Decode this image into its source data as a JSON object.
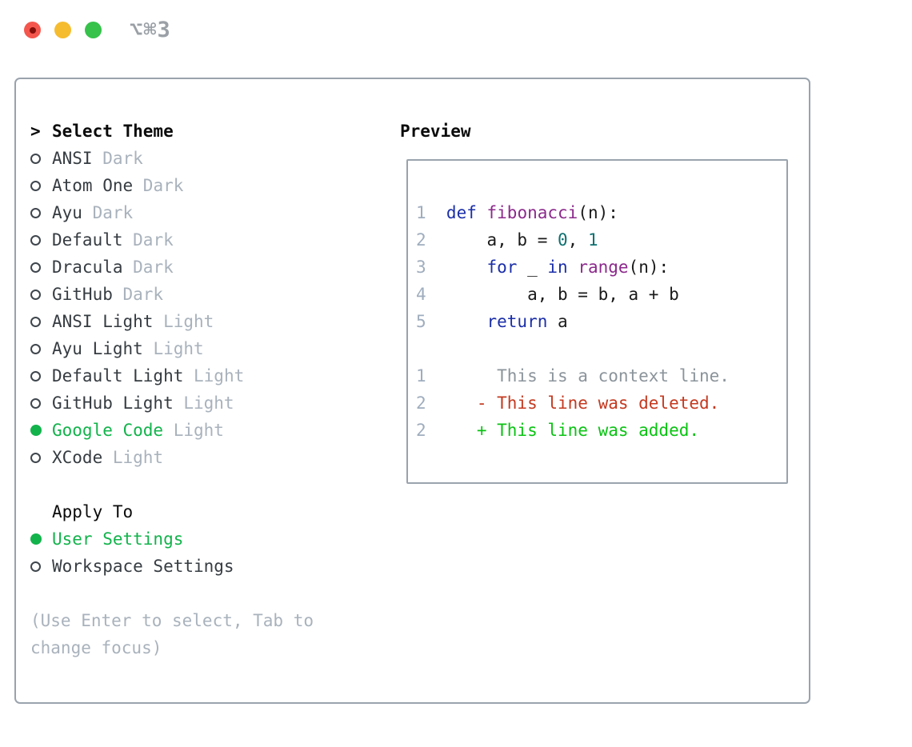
{
  "window": {
    "title": "⌥⌘3",
    "controls": [
      "close",
      "minimize",
      "zoom"
    ]
  },
  "left": {
    "header": {
      "prefix": ">",
      "label": "Select Theme"
    },
    "themes": [
      {
        "name": "ANSI",
        "variant": "Dark",
        "selected": false
      },
      {
        "name": "Atom One",
        "variant": "Dark",
        "selected": false
      },
      {
        "name": "Ayu",
        "variant": "Dark",
        "selected": false
      },
      {
        "name": "Default",
        "variant": "Dark",
        "selected": false
      },
      {
        "name": "Dracula",
        "variant": "Dark",
        "selected": false
      },
      {
        "name": "GitHub",
        "variant": "Dark",
        "selected": false
      },
      {
        "name": "ANSI Light",
        "variant": "Light",
        "selected": false
      },
      {
        "name": "Ayu Light",
        "variant": "Light",
        "selected": false
      },
      {
        "name": "Default Light",
        "variant": "Light",
        "selected": false
      },
      {
        "name": "GitHub Light",
        "variant": "Light",
        "selected": false
      },
      {
        "name": "Google Code",
        "variant": "Light",
        "selected": true
      },
      {
        "name": "XCode",
        "variant": "Light",
        "selected": false
      }
    ],
    "apply_to": {
      "label": "Apply To",
      "options": [
        {
          "name": "User Settings",
          "selected": true
        },
        {
          "name": "Workspace Settings",
          "selected": false
        }
      ]
    },
    "hint": "(Use Enter to select, Tab to change focus)"
  },
  "preview": {
    "label": "Preview",
    "code_lines": [
      {
        "num": "1",
        "tokens": [
          {
            "c": "kw",
            "t": "def"
          },
          {
            "c": "pl",
            "t": " "
          },
          {
            "c": "fn",
            "t": "fibonacci"
          },
          {
            "c": "pl",
            "t": "(n):"
          }
        ]
      },
      {
        "num": "2",
        "tokens": [
          {
            "c": "pl",
            "t": "    a, b = "
          },
          {
            "c": "lit",
            "t": "0"
          },
          {
            "c": "pl",
            "t": ", "
          },
          {
            "c": "lit",
            "t": "1"
          }
        ]
      },
      {
        "num": "3",
        "tokens": [
          {
            "c": "pl",
            "t": "    "
          },
          {
            "c": "kw",
            "t": "for"
          },
          {
            "c": "pl",
            "t": " _ "
          },
          {
            "c": "kw",
            "t": "in"
          },
          {
            "c": "pl",
            "t": " "
          },
          {
            "c": "fn",
            "t": "range"
          },
          {
            "c": "pl",
            "t": "(n):"
          }
        ]
      },
      {
        "num": "4",
        "tokens": [
          {
            "c": "pl",
            "t": "        a, b = b, a + b"
          }
        ]
      },
      {
        "num": "5",
        "tokens": [
          {
            "c": "pl",
            "t": "    "
          },
          {
            "c": "kw",
            "t": "return"
          },
          {
            "c": "pl",
            "t": " a"
          }
        ]
      }
    ],
    "diff_lines": [
      {
        "num": "1",
        "marker": "",
        "kind": "context",
        "text": "This is a context line."
      },
      {
        "num": "2",
        "marker": "-",
        "kind": "deleted",
        "text": "This line was deleted."
      },
      {
        "num": "2",
        "marker": "+",
        "kind": "added",
        "text": "This line was added."
      }
    ]
  },
  "colors": {
    "traffic_red": "#f4564d",
    "traffic_red_dot": "#850f0a",
    "traffic_yellow": "#f6bc2f",
    "traffic_green": "#36c24b",
    "title_gray": "#9aa0a6",
    "box_border": "#9aa3ad",
    "text_dark": "#363c42",
    "heading_black": "#0b0b0b",
    "variant_gray": "#a9b2bc",
    "hint_gray": "#a9b2bc",
    "select_green": "#12b34b",
    "circle_border": "#3f464d",
    "gutter_gray": "#9fadbe",
    "code_keyword": "#1b2fa8",
    "code_function": "#8c2a8c",
    "code_literal": "#0e7070",
    "code_plain": "#1a1a1a",
    "diff_context": "#8b949b",
    "diff_deleted": "#c4391f",
    "diff_added": "#09c312"
  }
}
